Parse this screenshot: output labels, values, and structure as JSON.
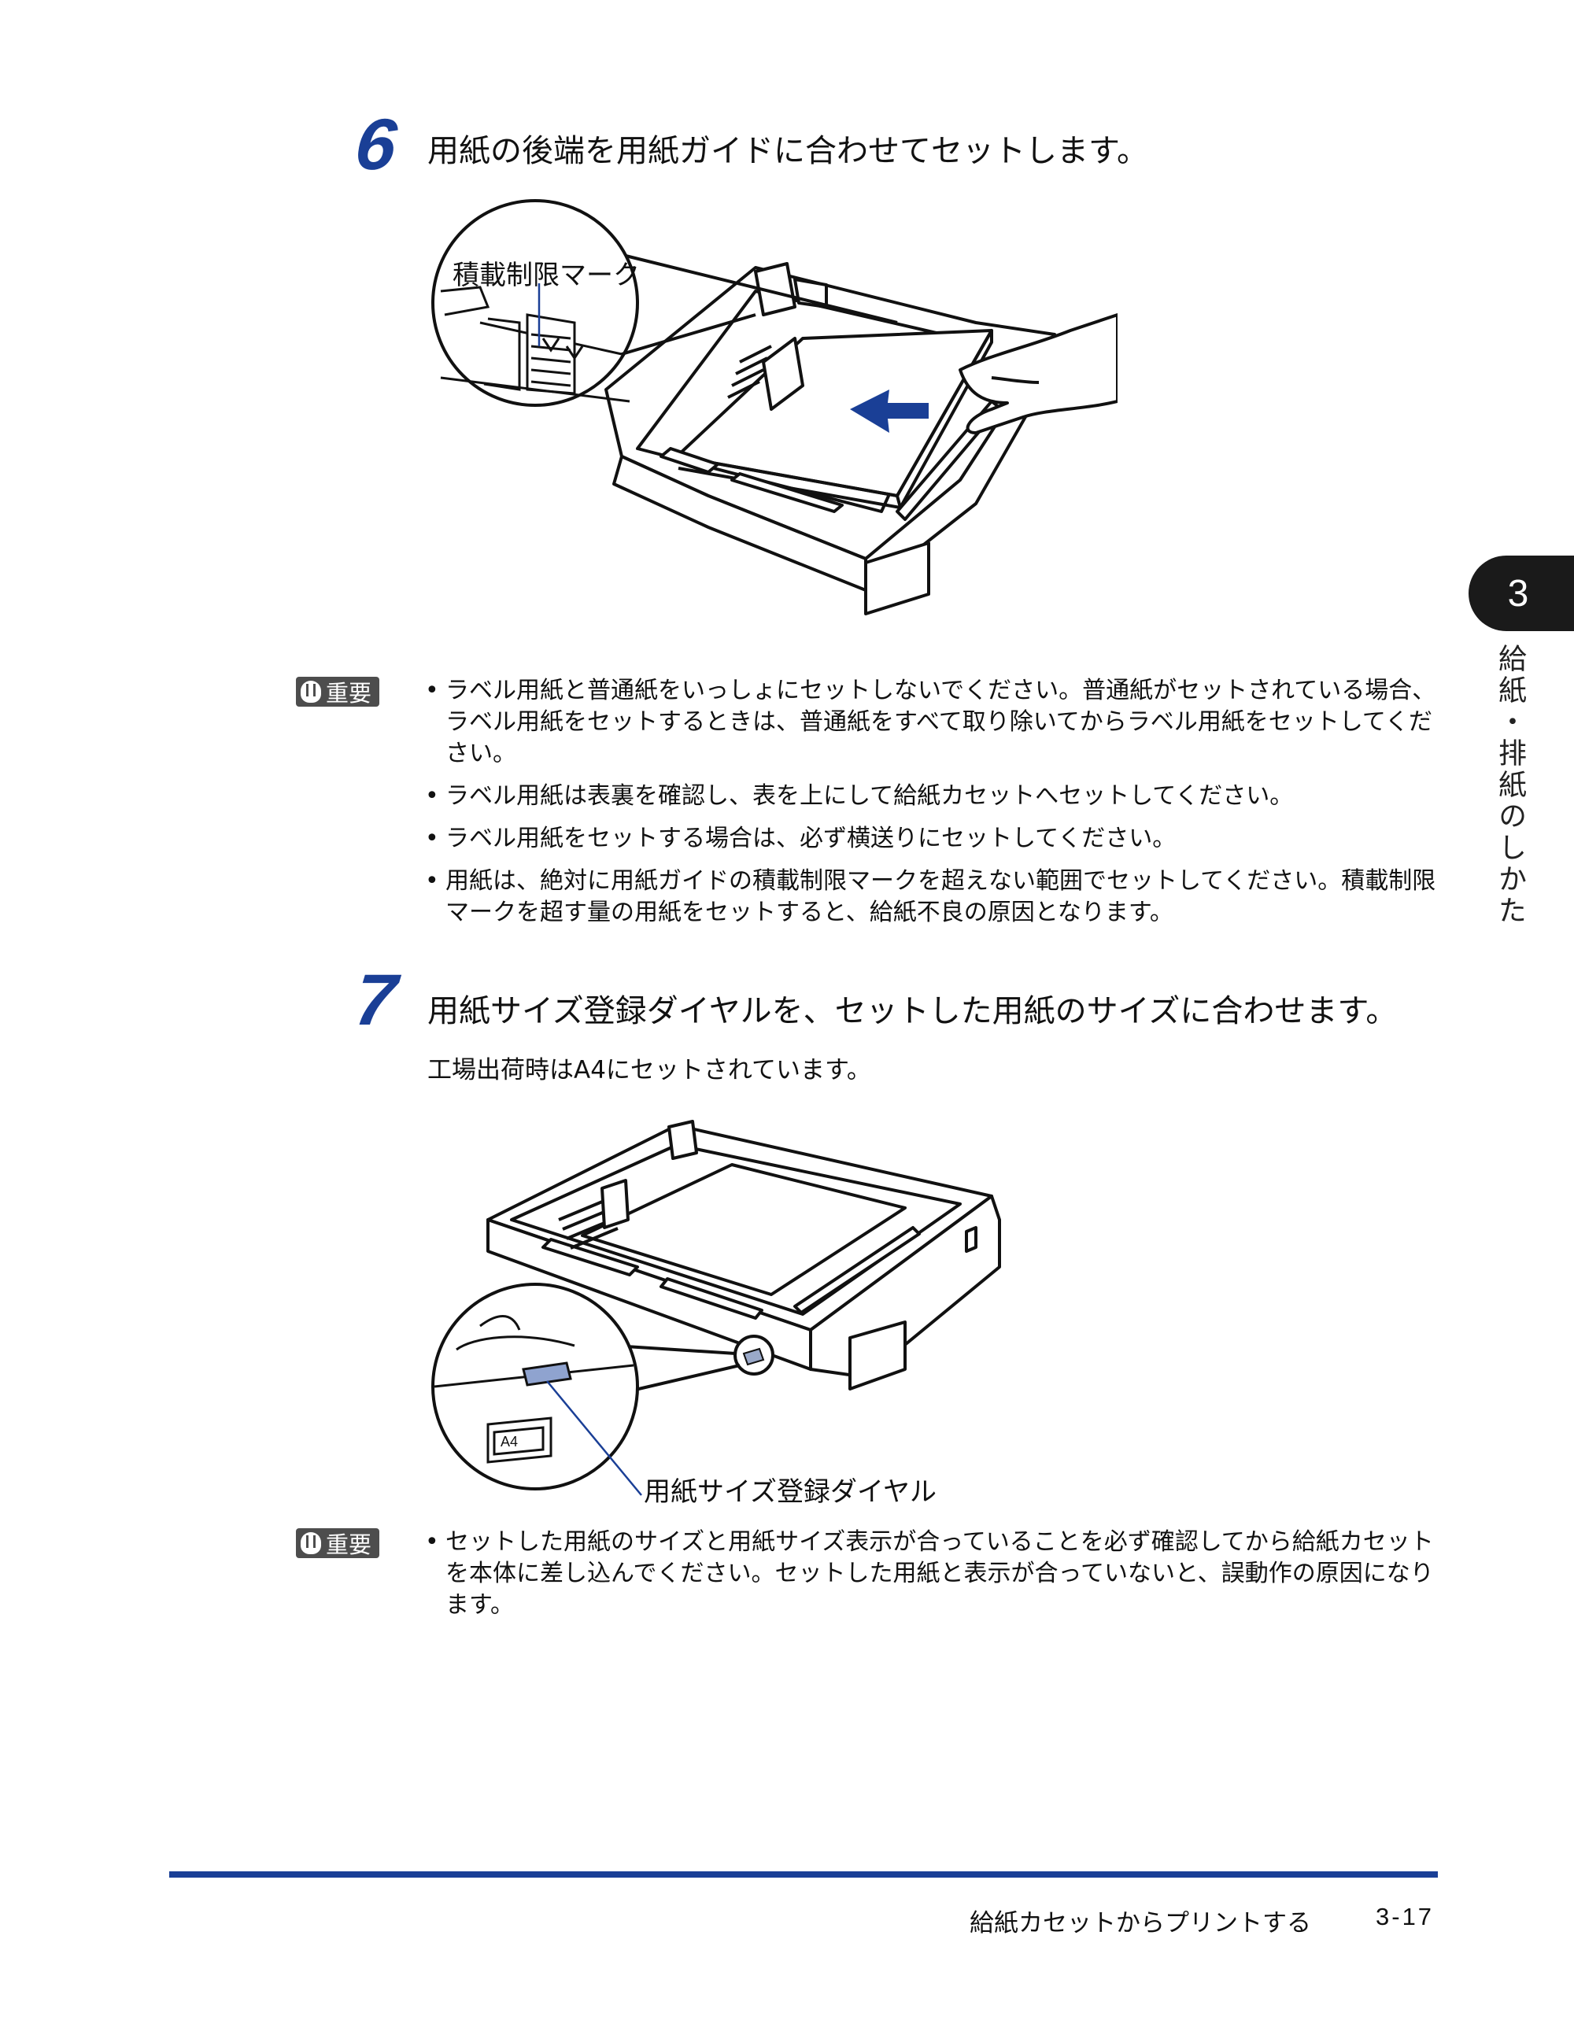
{
  "step6": {
    "number": "6",
    "title": "用紙の後端を用紙ガイドに合わせてセットします。",
    "figure_label": "積載制限マーク"
  },
  "important1": {
    "badge": "重要",
    "items": [
      "ラベル用紙と普通紙をいっしょにセットしないでください。普通紙がセットされている場合、ラベル用紙をセットするときは、普通紙をすべて取り除いてからラベル用紙をセットしてください。",
      "ラベル用紙は表裏を確認し、表を上にして給紙カセットへセットしてください。",
      "ラベル用紙をセットする場合は、必ず横送りにセットしてください。",
      "用紙は、絶対に用紙ガイドの積載制限マークを超えない範囲でセットしてください。積載制限マークを超す量の用紙をセットすると、給紙不良の原因となります。"
    ]
  },
  "step7": {
    "number": "7",
    "title": "用紙サイズ登録ダイヤルを、セットした用紙のサイズに合わせます。",
    "subtitle": "工場出荷時はA4にセットされています。",
    "figure_label": "用紙サイズ登録ダイヤル",
    "dial_text": "A4"
  },
  "important2": {
    "badge": "重要",
    "items": [
      "セットした用紙のサイズと用紙サイズ表示が合っていることを必ず確認してから給紙カセットを本体に差し込んでください。セットした用紙と表示が合っていないと、誤動作の原因になります。"
    ]
  },
  "side_tab": {
    "chapter": "3",
    "label": "給紙・排紙のしかた"
  },
  "footer": {
    "section": "給紙カセットからプリントする",
    "page": "3-17"
  },
  "colors": {
    "accent": "#1a3f96",
    "tab": "#1a1a1a"
  }
}
